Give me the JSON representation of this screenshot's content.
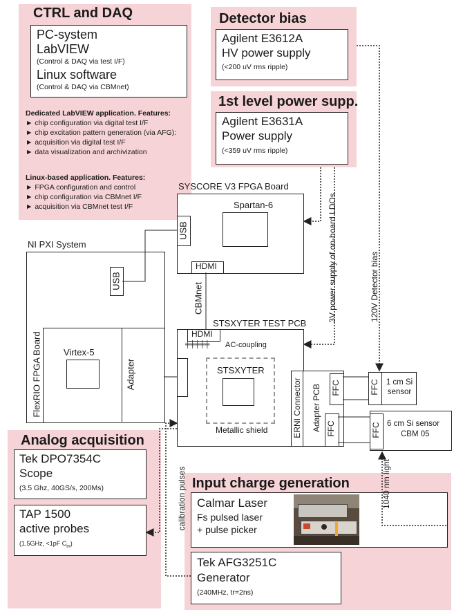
{
  "ctrl": {
    "title": "CTRL and DAQ",
    "box": {
      "l1": "PC-system",
      "l2": "LabVIEW",
      "l3": "(Control & DAQ via test I/F)",
      "l4": "Linux software",
      "l5": "(Control & DAQ via CBMnet)"
    },
    "labview_heading": "Dedicated LabVIEW application. Features:",
    "labview_features": [
      "chip configuration via digital test I/F",
      "chip excitation pattern generation (via AFG):",
      "acquisition via digital test I/F",
      "data visualization and archivization"
    ],
    "linux_heading": "Linux-based application. Features:",
    "linux_features": [
      "FPGA configuration and control",
      "chip configuration via CBMnet I/F",
      "acquisition via CBMnet test I/F"
    ]
  },
  "bias": {
    "title": "Detector bias",
    "l1": "Agilent E3612A",
    "l2": "HV power supply",
    "l3": "(<200 uV rms ripple)"
  },
  "supply": {
    "title": "1st level power supp.",
    "l1": "Agilent E3631A",
    "l2": "Power supply",
    "l3": "(<359 uV rms ripple)"
  },
  "syscore": {
    "title": "SYSCORE V3 FPGA Board",
    "chip": "Spartan-6",
    "usb": "USB",
    "hdmi": "HDMI"
  },
  "pxi": {
    "title": "NI PXI System",
    "usb": "USB",
    "board": "FlexRIO FPGA Board",
    "chip": "Virtex-5",
    "adapter": "Adapter"
  },
  "cbmnet": "CBMnet",
  "testpcb": {
    "title": "STSXYTER TEST PCB",
    "hdmi": "HDMI",
    "ac": "AC-coupling",
    "chip": "STSXYTER",
    "shield": "Metallic shield",
    "erni": "ERNI Connector",
    "adapter_pcb": "Adapter PCB",
    "ffc": "FFC"
  },
  "sensors": {
    "s1": "1 cm Si sensor",
    "s2_l1": "6 cm Si sensor",
    "s2_l2": "CBM 05",
    "ffc": "FFC"
  },
  "wires": {
    "ldo": "3V power supply of on-board LDOs",
    "bias": "120V Detector bias",
    "light": "1040 nm light",
    "calib": "calibration pulses"
  },
  "analog": {
    "title": "Analog acquisition",
    "scope_l1": "Tek DPO7354C",
    "scope_l2": "Scope",
    "scope_l3": "(3.5 Ghz, 40GS/s, 200Ms)",
    "probe_l1": "TAP 1500",
    "probe_l2": "active probes",
    "probe_l3": "(1.5GHz, <1pF C",
    "probe_sub": "in",
    "probe_l3_end": ")"
  },
  "input": {
    "title": "Input charge generation",
    "laser_l1": "Calmar Laser",
    "laser_l2": "Fs pulsed laser",
    "laser_l3": "+ pulse picker",
    "gen_l1": "Tek AFG3251C",
    "gen_l2": "Generator",
    "gen_l3": "(240MHz, tr=2ns)"
  }
}
